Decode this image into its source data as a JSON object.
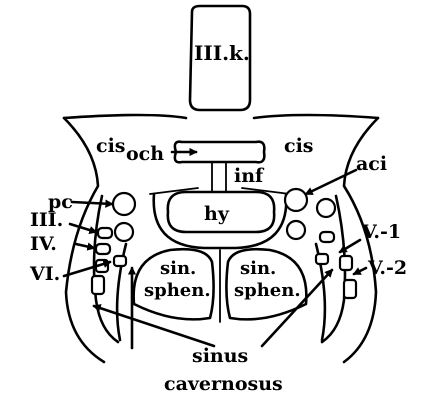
{
  "labels": {
    "third_ventricle": "III.k.",
    "cis_left": "cis",
    "cis_right": "cis",
    "optic_chiasm": "och",
    "infundibulum": "inf",
    "hypophysis": "hy",
    "internal_carotid": "aci",
    "pc": "pc",
    "nerve_iii": "III.",
    "nerve_iv": "IV.",
    "nerve_vi": "VI.",
    "nerve_v1": "V.-1",
    "nerve_v2": "V.-2",
    "sinus_sphen_left_1": "sin.",
    "sinus_sphen_left_2": "sphen.",
    "sinus_sphen_right_1": "sin.",
    "sinus_sphen_right_2": "sphen.",
    "sinus_cavernosus_1": "sinus",
    "sinus_cavernosus_2": "cavernosus"
  }
}
